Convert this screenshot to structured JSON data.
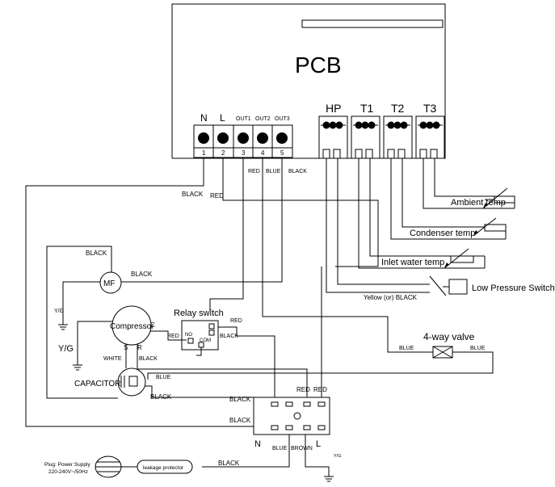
{
  "pcb": {
    "title": "PCB",
    "terminals": [
      {
        "label": "N",
        "number": "1"
      },
      {
        "label": "L",
        "number": "2"
      },
      {
        "label": "OUT1",
        "number": "3"
      },
      {
        "label": "OUT2",
        "number": "4"
      },
      {
        "label": "OUT3",
        "number": "5"
      }
    ],
    "sensor_ports": [
      "HP",
      "T1",
      "T2",
      "T3"
    ]
  },
  "sensors": {
    "ambient": "Ambient temp",
    "condenser": "Condenser temp",
    "inlet": "Inlet water temp",
    "low_pressure": "Low Pressure Switch",
    "yellow_black": "Yellow (or) BLACK"
  },
  "wire_labels": {
    "red": "RED",
    "blue": "BLUE",
    "black": "BLACK",
    "white": "WHITE",
    "brown": "BROWN",
    "yg": "Y/G"
  },
  "components": {
    "fan_motor": "MF",
    "compressor": "Compressor",
    "compressor_c": "C",
    "compressor_s": "S",
    "compressor_r": "R",
    "capacitor": "CAPACITOR",
    "relay": "Relay switch",
    "relay_no": "NO",
    "relay_com": "COM",
    "four_way": "4-way valve",
    "leakage": "leakage protector",
    "contactor_n": "N",
    "contactor_l": "L"
  },
  "plug": {
    "line1": "Plug: Power Supply",
    "line2": "220-240V~/50Hz"
  }
}
